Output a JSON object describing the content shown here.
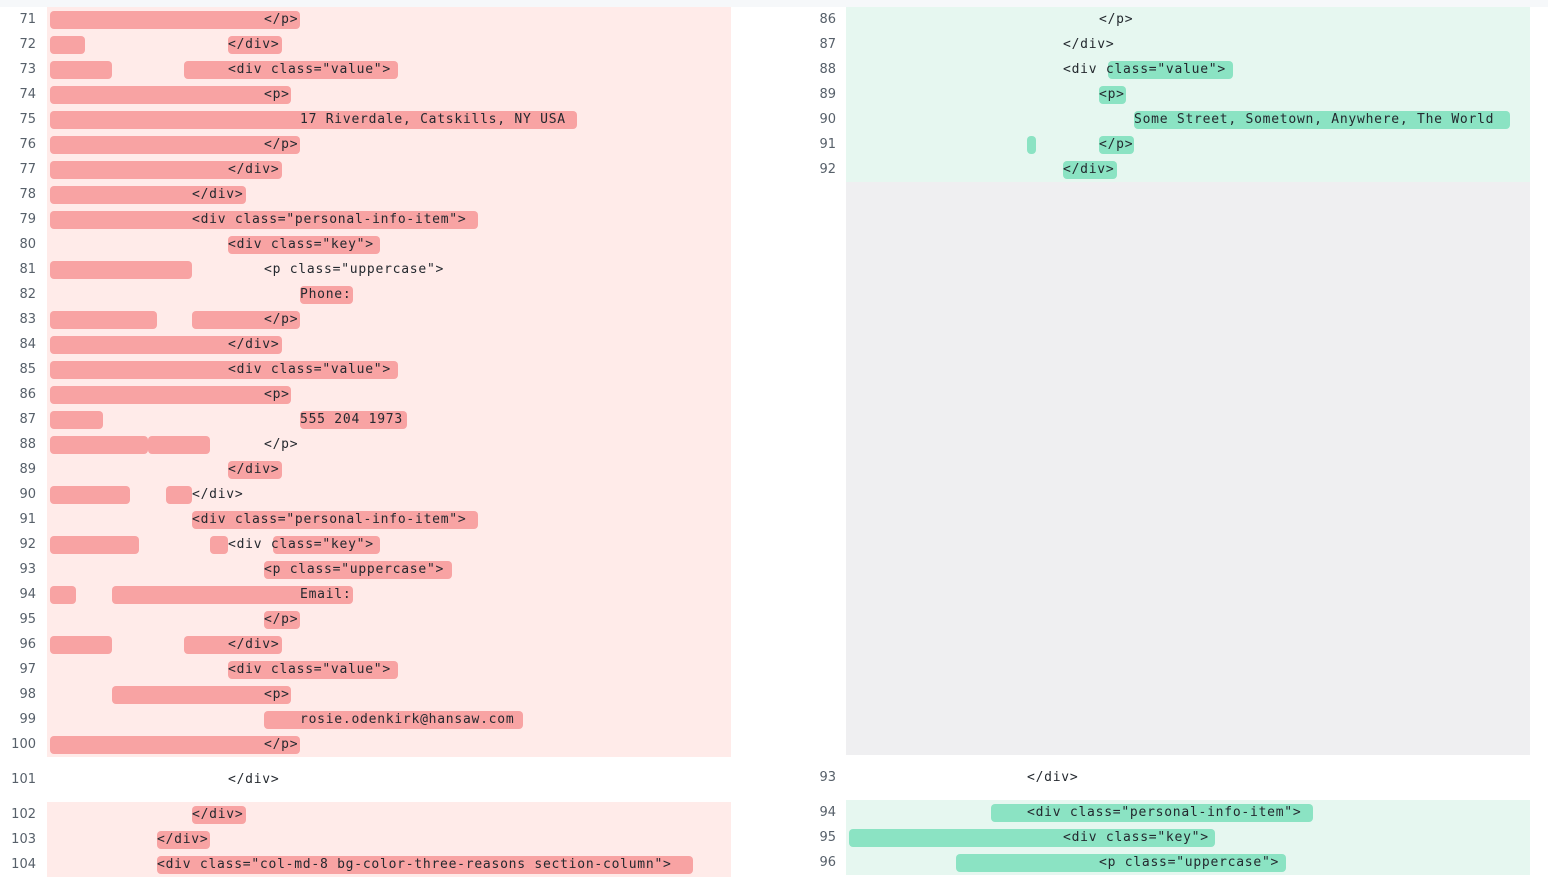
{
  "left": {
    "hunk1": [
      {
        "n": "71",
        "code": "</p>"
      },
      {
        "n": "72",
        "code": "</div>"
      },
      {
        "n": "73",
        "code": "<div class=\"value\">"
      },
      {
        "n": "74",
        "code": "<p>"
      },
      {
        "n": "75",
        "code": "17 Riverdale, Catskills, NY USA"
      },
      {
        "n": "76",
        "code": "</p>"
      },
      {
        "n": "77",
        "code": "</div>"
      },
      {
        "n": "78",
        "code": "</div>"
      },
      {
        "n": "79",
        "code": "<div class=\"personal-info-item\">"
      },
      {
        "n": "80",
        "code": "<div class=\"key\">"
      },
      {
        "n": "81",
        "code": "<p class=\"uppercase\">"
      },
      {
        "n": "82",
        "code": "Phone:"
      },
      {
        "n": "83",
        "code": "</p>"
      },
      {
        "n": "84",
        "code": "</div>"
      },
      {
        "n": "85",
        "code": "<div class=\"value\">"
      },
      {
        "n": "86",
        "code": "<p>"
      },
      {
        "n": "87",
        "code": "555 204 1973"
      },
      {
        "n": "88",
        "code": "</p>"
      },
      {
        "n": "89",
        "code": "</div>"
      },
      {
        "n": "90",
        "code": "</div>"
      },
      {
        "n": "91",
        "code": "<div class=\"personal-info-item\">"
      },
      {
        "n": "92",
        "code": "<div class=\"key\">"
      },
      {
        "n": "93",
        "code": "<p class=\"uppercase\">"
      },
      {
        "n": "94",
        "code": "Email:"
      },
      {
        "n": "95",
        "code": "</p>"
      },
      {
        "n": "96",
        "code": "</div>"
      },
      {
        "n": "97",
        "code": "<div class=\"value\">"
      },
      {
        "n": "98",
        "code": "<p>"
      },
      {
        "n": "99",
        "code": "rosie.odenkirk@hansaw.com"
      },
      {
        "n": "100",
        "code": "</p>"
      }
    ],
    "context": {
      "n": "101",
      "code": "</div>"
    },
    "hunk2": [
      {
        "n": "102",
        "code": "</div>"
      },
      {
        "n": "103",
        "code": "</div>"
      },
      {
        "n": "104",
        "code": "<div class=\"col-md-8 bg-color-three-reasons section-column\">"
      }
    ]
  },
  "right": {
    "hunk1": [
      {
        "n": "86",
        "code": "</p>"
      },
      {
        "n": "87",
        "code": "</div>"
      },
      {
        "n": "88",
        "code": "<div class=\"value\">"
      },
      {
        "n": "89",
        "code": "<p>"
      },
      {
        "n": "90",
        "code": "Some Street, Sometown, Anywhere, The World"
      },
      {
        "n": "91",
        "code": "</p>"
      },
      {
        "n": "92",
        "code": "</div>"
      }
    ],
    "context": {
      "n": "93",
      "code": "</div>"
    },
    "hunk2": [
      {
        "n": "94",
        "code": "<div class=\"personal-info-item\">"
      },
      {
        "n": "95",
        "code": "<div class=\"key\">"
      },
      {
        "n": "96",
        "code": "<p class=\"uppercase\">"
      }
    ]
  },
  "colors": {
    "deleted_line_bg": "#ffebe9",
    "deleted_word_bg": "#f8a3a3",
    "added_line_bg": "#e6f7f0",
    "added_word_bg": "#8be3c3",
    "empty_filler_bg": "#efeff1"
  }
}
